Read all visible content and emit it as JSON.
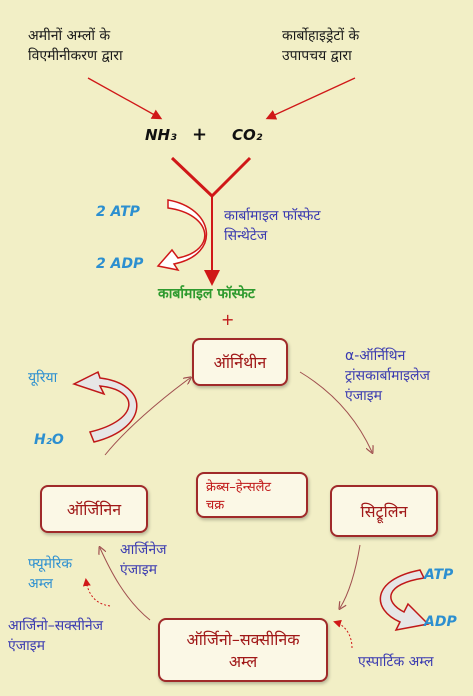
{
  "sources": {
    "left": [
      "अमीनों अम्लों के",
      "विएमीनीकरण द्वारा"
    ],
    "right": [
      "कार्बोहाइड्रेटों के",
      "उपापचय द्वारा"
    ]
  },
  "reactants": {
    "nh3": "NH₃",
    "plus": "+",
    "co2": "CO₂"
  },
  "enzyme1": [
    "कार्बामाइल फॉस्फेट",
    "सिन्थेटेज"
  ],
  "energy1": {
    "atp": "2 ATP",
    "adp": "2 ADP"
  },
  "product1": "कार्बामाइल फॉस्फेट",
  "plus2": "+",
  "ornithine": "ऑर्निथीन",
  "enzyme2": [
    "α-ऑर्निथिन",
    "ट्रांसकार्बामाइलेज",
    "एंजाइम"
  ],
  "urea": "यूरिया",
  "water": "H₂O",
  "arginine": "ऑर्जिनिन",
  "krebs": [
    "क्रेब्स–हेन्सलैट",
    "चक्र"
  ],
  "citrulline": "सिट्रूलिन",
  "enzyme3": [
    "आर्जिनेज",
    "एंजाइम"
  ],
  "fumaric": [
    "फ्यूमेरिक",
    "अम्ल"
  ],
  "enzyme4": [
    "आर्जिनो–सक्सीनेज",
    "एंजाइम"
  ],
  "argsucc": [
    "ऑर्जिनो–सक्सीनिक",
    "अम्ल"
  ],
  "energy2": {
    "atp": "ATP",
    "adp": "ADP"
  },
  "aspartic": "एस्पार्टिक अम्ल"
}
